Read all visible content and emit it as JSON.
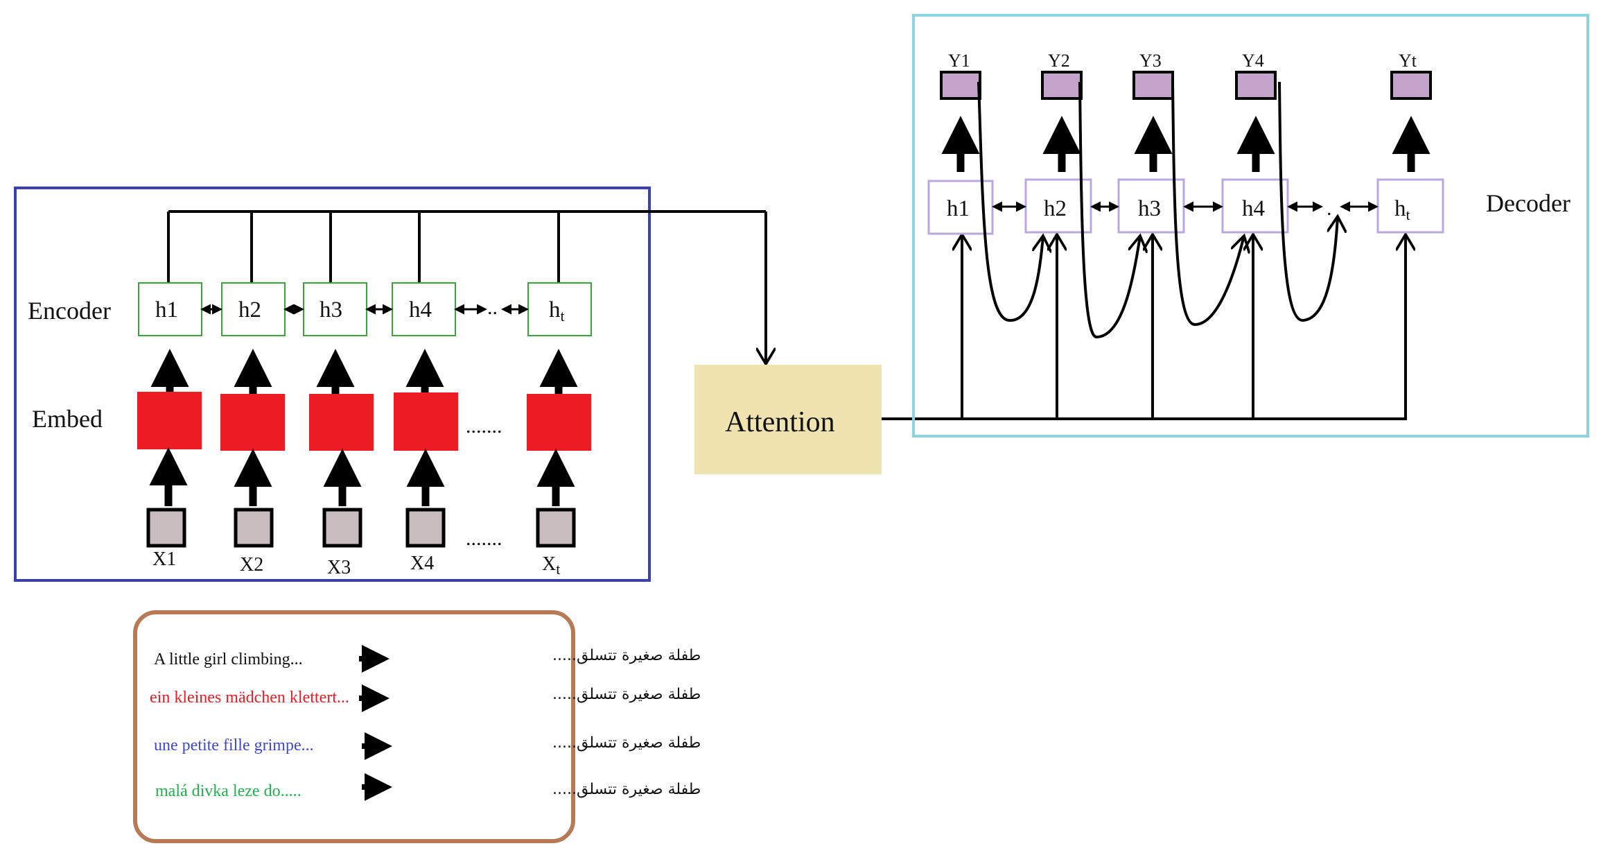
{
  "encoder": {
    "label": "Encoder",
    "embed_label": "Embed",
    "hidden": [
      "h1",
      "h2",
      "h3",
      "h4",
      "h"
    ],
    "hidden_last_sub": "t",
    "inputs": [
      "X1",
      "X2",
      "X3",
      "X4",
      "X"
    ],
    "inputs_last_sub": "t",
    "hidden_gap": "..",
    "embed_gap": ".......",
    "input_gap": "......."
  },
  "attention": {
    "label": "Attention"
  },
  "decoder": {
    "label": "Decoder",
    "hidden": [
      "h1",
      "h2",
      "h3",
      "h4",
      "h"
    ],
    "hidden_last_sub": "t",
    "hidden_gap": ".",
    "outputs": [
      "Y1",
      "Y2",
      "Y3",
      "Y4",
      "Yt"
    ]
  },
  "legend": [
    {
      "source": "A little girl climbing...",
      "target": "طفلة صغيرة تتسلق....."
    },
    {
      "source": "ein kleines mädchen klettert...",
      "target": "طفلة صغيرة تتسلق....."
    },
    {
      "source": "une petite fille grimpe...",
      "target": "طفلة صغيرة تتسلق....."
    },
    {
      "source": "malá divka leze do.....",
      "target": "طفلة صغيرة تتسلق....."
    }
  ],
  "colors": {
    "encoder_frame": "#3b3fb5",
    "decoder_frame": "#8fd3e0",
    "hidden_border_encoder": "#3aa33a",
    "hidden_border_decoder": "#b8a8e0",
    "embed_fill": "#ed1c24",
    "input_fill": "#c8bcbf",
    "output_fill": "#c3a3c9",
    "attention_fill": "#efe4b0",
    "legend_frame": "#b87a55",
    "legend_en": "#111111",
    "legend_de": "#ed1c24",
    "legend_fr": "#3f48cc",
    "legend_cs": "#22b14c"
  }
}
